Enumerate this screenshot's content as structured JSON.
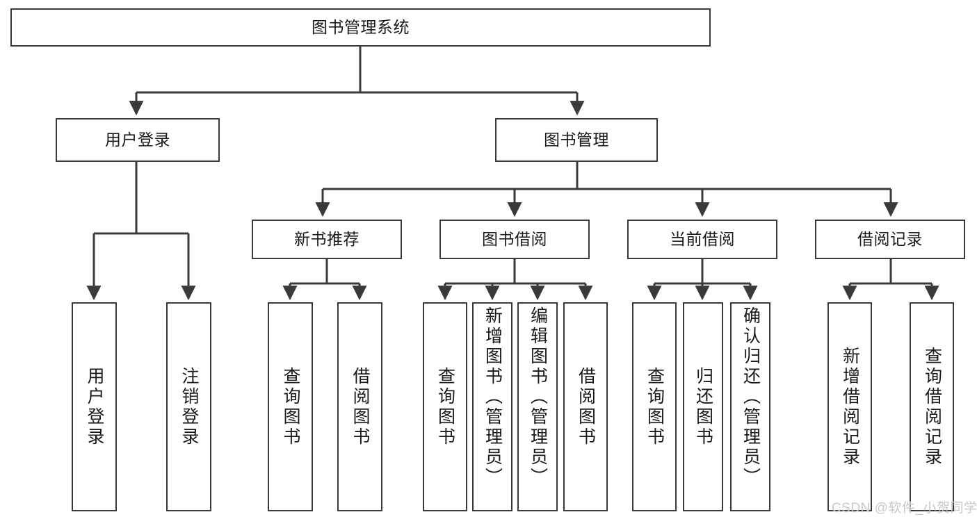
{
  "diagram": {
    "title": "图书管理系统",
    "type": "tree-hierarchy",
    "colors": {
      "background": "#ffffff",
      "node_border": "#3a3a3a",
      "node_fill": "#ffffff",
      "edge": "#3a3a3a",
      "text": "#1a1a1a",
      "watermark": "#c9c9c9"
    }
  },
  "watermark": {
    "text": "CSDN @软件_小贺同学"
  },
  "nodes": {
    "root": {
      "label": "图书管理系统"
    },
    "level2": [
      {
        "label": "用户登录"
      },
      {
        "label": "图书管理"
      }
    ],
    "level3": [
      {
        "label": "新书推荐"
      },
      {
        "label": "图书借阅"
      },
      {
        "label": "当前借阅"
      },
      {
        "label": "借阅记录"
      }
    ],
    "leaves_user_login": [
      {
        "label": "用户登录"
      },
      {
        "label": "注销登录"
      }
    ],
    "leaves_new_book": [
      {
        "label": "查询图书"
      },
      {
        "label": "借阅图书"
      }
    ],
    "leaves_borrow": [
      {
        "label": "查询图书"
      },
      {
        "label": "新增图书（管理员）"
      },
      {
        "label": "编辑图书（管理员）"
      },
      {
        "label": "借阅图书"
      }
    ],
    "leaves_current": [
      {
        "label": "查询图书"
      },
      {
        "label": "归还图书"
      },
      {
        "label": "确认归还（管理员）"
      }
    ],
    "leaves_records": [
      {
        "label": "新增借阅记录"
      },
      {
        "label": "查询借阅记录"
      }
    ]
  },
  "chart_data": {
    "type": "table",
    "title": "图书管理系统 功能结构树",
    "tree": {
      "name": "图书管理系统",
      "children": [
        {
          "name": "用户登录",
          "children": [
            {
              "name": "用户登录"
            },
            {
              "name": "注销登录"
            }
          ]
        },
        {
          "name": "图书管理",
          "children": [
            {
              "name": "新书推荐",
              "children": [
                {
                  "name": "查询图书"
                },
                {
                  "name": "借阅图书"
                }
              ]
            },
            {
              "name": "图书借阅",
              "children": [
                {
                  "name": "查询图书"
                },
                {
                  "name": "新增图书（管理员）"
                },
                {
                  "name": "编辑图书（管理员）"
                },
                {
                  "name": "借阅图书"
                }
              ]
            },
            {
              "name": "当前借阅",
              "children": [
                {
                  "name": "查询图书"
                },
                {
                  "name": "归还图书"
                },
                {
                  "name": "确认归还（管理员）"
                }
              ]
            },
            {
              "name": "借阅记录",
              "children": [
                {
                  "name": "新增借阅记录"
                },
                {
                  "name": "查询借阅记录"
                }
              ]
            }
          ]
        }
      ]
    }
  }
}
